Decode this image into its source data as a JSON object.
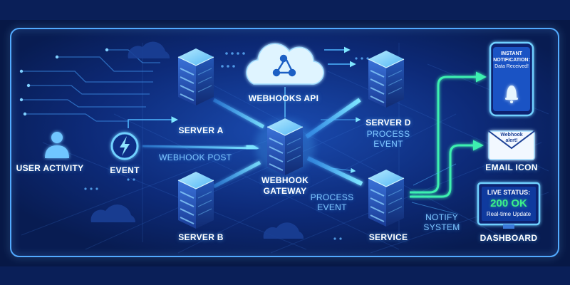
{
  "nodes": {
    "user_activity": "USER ACTIVITY",
    "event": "EVENT",
    "server_a": "SERVER A",
    "server_b": "SERVER B",
    "server_d": "SERVER D",
    "webhooks_api": "WEBHOOKS API",
    "gateway_line1": "WEBHOOK",
    "gateway_line2": "GATEWAY",
    "service": "SERVICE"
  },
  "edges": {
    "webhook_post": "WEBHOOK POST",
    "process_event_1_line1": "PROCESS",
    "process_event_1_line2": "EVENT",
    "process_event_2_line1": "PROCESS",
    "process_event_2_line2": "EVENT",
    "notify_line1": "NOTIFY",
    "notify_line2": "SYSTEM"
  },
  "phone": {
    "line1": "INSTANT",
    "line2": "NOTIFICATION:",
    "line3": "Data Received!",
    "icon": "bell-icon"
  },
  "email": {
    "line1": "Webhook",
    "line2": "alert!",
    "caption": "EMAIL ICON",
    "icon": "envelope-icon"
  },
  "dashboard": {
    "status_label": "LIVE STATUS:",
    "status_value": "200 OK",
    "subtext": "Real-time Update",
    "caption": "DASHBOARD"
  },
  "colors": {
    "background": "#071846",
    "panel_border": "#4fa8ff",
    "arrow": "#4fd9ff",
    "neon_green": "#3cf0b0",
    "server_top": "#7fd8ff",
    "status_ok": "#3cf08a"
  },
  "icons": [
    "user-icon",
    "lightning-icon",
    "webhook-cloud-icon",
    "cloud-icon",
    "server-icon",
    "bell-icon",
    "envelope-icon"
  ]
}
